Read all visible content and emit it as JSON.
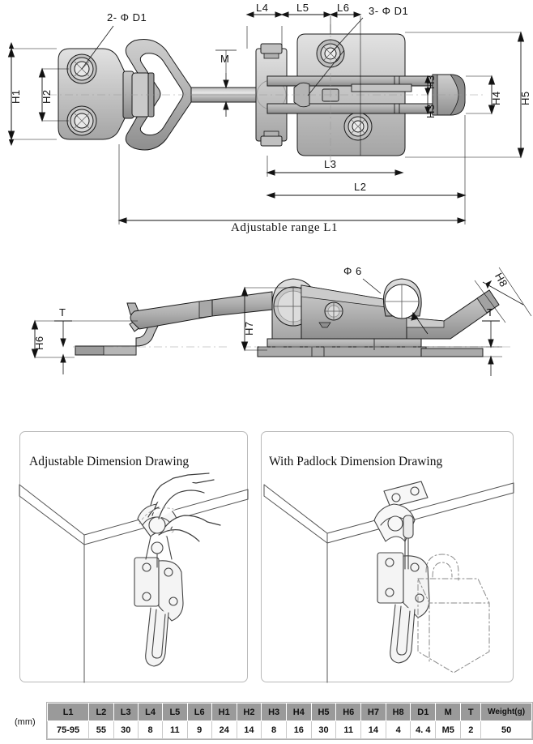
{
  "drawing": {
    "top_view": {
      "callouts": [
        {
          "id": "d1-left",
          "text": "2- Φ D1"
        },
        {
          "id": "d1-right",
          "text": "3- Φ D1"
        },
        {
          "id": "m-thread",
          "text": "M"
        }
      ],
      "vertical_dims": [
        {
          "id": "h1",
          "text": "H1"
        },
        {
          "id": "h2",
          "text": "H2"
        },
        {
          "id": "h3a",
          "text": "H3"
        },
        {
          "id": "h3b",
          "text": "H3"
        },
        {
          "id": "h4",
          "text": "H4"
        },
        {
          "id": "h5",
          "text": "H5"
        }
      ],
      "horizontal_dims": [
        {
          "id": "l4",
          "text": "L4"
        },
        {
          "id": "l5",
          "text": "L5"
        },
        {
          "id": "l6",
          "text": "L6"
        },
        {
          "id": "l3",
          "text": "L3"
        },
        {
          "id": "l2",
          "text": "L2"
        },
        {
          "id": "l1",
          "text": "Adjustable range L1"
        }
      ]
    },
    "side_view": {
      "dims": [
        {
          "id": "h6",
          "text": "H6"
        },
        {
          "id": "t-left",
          "text": "T"
        },
        {
          "id": "h7",
          "text": "H7"
        },
        {
          "id": "phi6",
          "text": "Φ 6"
        },
        {
          "id": "h8",
          "text": "H8"
        },
        {
          "id": "t-right",
          "text": "T"
        }
      ]
    }
  },
  "panels": [
    {
      "id": "adjustable",
      "title": "Adjustable Dimension Drawing"
    },
    {
      "id": "padlock",
      "title": "With Padlock Dimension Drawing"
    }
  ],
  "spec_table": {
    "unit": "(mm)",
    "columns": [
      "L1",
      "L2",
      "L3",
      "L4",
      "L5",
      "L6",
      "H1",
      "H2",
      "H3",
      "H4",
      "H5",
      "H6",
      "H7",
      "H8",
      "D1",
      "M",
      "T",
      "Weight(g)"
    ],
    "rows": [
      [
        "75-95",
        "55",
        "30",
        "8",
        "11",
        "9",
        "24",
        "14",
        "8",
        "16",
        "30",
        "11",
        "14",
        "4",
        "4. 4",
        "M5",
        "2",
        "50"
      ]
    ]
  },
  "colors": {
    "metal_light": "#d9d9d9",
    "metal_mid": "#b8b8b8",
    "metal_dark": "#9a9a9a",
    "metal_darker": "#7d7d7d",
    "line": "#1a1a1a",
    "table_header": "#9a9a9a",
    "panel_border": "#b9b9b9"
  }
}
